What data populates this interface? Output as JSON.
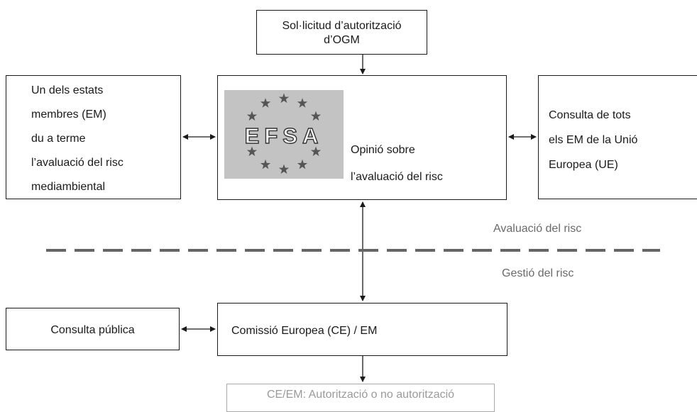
{
  "nodes": {
    "request": {
      "line1": "Sol·licitud d’autorització",
      "line2": "d’OGM"
    },
    "member_state": {
      "lines": [
        "Un dels estats",
        "membres (EM)",
        "du a terme",
        "l’avaluació del risc",
        "mediambiental"
      ]
    },
    "efsa": {
      "logo_text": "EFSA",
      "opinion_line1": "Opinió sobre",
      "opinion_line2": "l’avaluació del risc"
    },
    "consult_eu": {
      "lines": [
        "Consulta de tots",
        "els EM de la Unió",
        "Europea (UE)"
      ]
    },
    "public_consultation": {
      "label": "Consulta pública"
    },
    "commission": {
      "label": "Comissió Europea (CE) / EM"
    },
    "final": {
      "label": "CE/EM: Autorització  o no autorització"
    }
  },
  "phases": {
    "assessment": "Avaluació del risc",
    "management": "Gestió del risc"
  },
  "colors": {
    "stroke": "#1a1a1a",
    "divider": "#666666",
    "logo_bg": "#c3c3c3",
    "star": "#555555",
    "muted_text": "#6a6a6a"
  }
}
